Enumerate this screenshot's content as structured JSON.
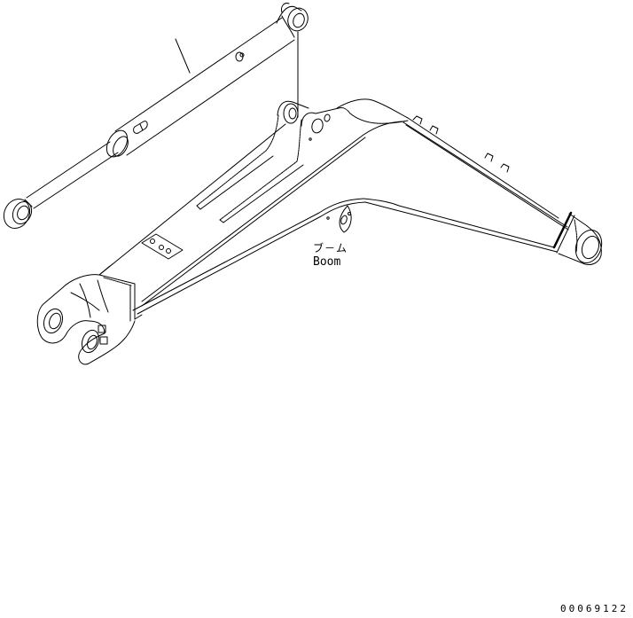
{
  "diagram": {
    "type": "exploded parts illustration",
    "background_color": "#ffffff",
    "line_color": "#000000",
    "parts": [
      {
        "id": "boom-cylinder",
        "description": "Hydraulic boom cylinder with rod and eye ends"
      },
      {
        "id": "boom",
        "description": "Excavator boom arm"
      }
    ],
    "callout": {
      "label_ja": "ブ－ム",
      "label_en": "Boom"
    },
    "drawing_number": "00069122"
  }
}
